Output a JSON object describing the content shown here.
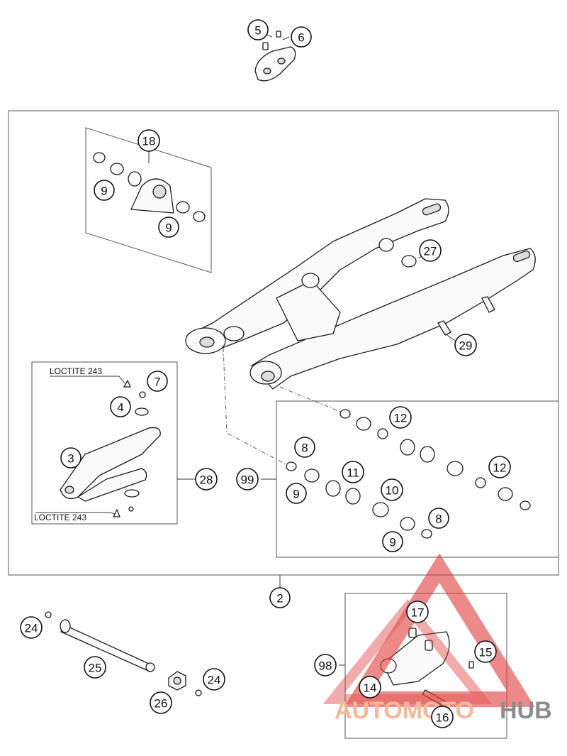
{
  "callouts": [
    {
      "id": "c5",
      "label": "5"
    },
    {
      "id": "c6",
      "label": "6"
    },
    {
      "id": "c18",
      "label": "18"
    },
    {
      "id": "c9a",
      "label": "9"
    },
    {
      "id": "c9b",
      "label": "9"
    },
    {
      "id": "c27",
      "label": "27"
    },
    {
      "id": "c29",
      "label": "29"
    },
    {
      "id": "c7",
      "label": "7"
    },
    {
      "id": "c4",
      "label": "4"
    },
    {
      "id": "c3",
      "label": "3"
    },
    {
      "id": "c28",
      "label": "28"
    },
    {
      "id": "c99",
      "label": "99"
    },
    {
      "id": "c8a",
      "label": "8"
    },
    {
      "id": "c9c",
      "label": "9"
    },
    {
      "id": "c11",
      "label": "11"
    },
    {
      "id": "c10",
      "label": "10"
    },
    {
      "id": "c12a",
      "label": "12"
    },
    {
      "id": "c12b",
      "label": "12"
    },
    {
      "id": "c8b",
      "label": "8"
    },
    {
      "id": "c9d",
      "label": "9"
    },
    {
      "id": "c2",
      "label": "2"
    },
    {
      "id": "c24a",
      "label": "24"
    },
    {
      "id": "c25",
      "label": "25"
    },
    {
      "id": "c26",
      "label": "26"
    },
    {
      "id": "c24b",
      "label": "24"
    },
    {
      "id": "c98",
      "label": "98"
    },
    {
      "id": "c17",
      "label": "17"
    },
    {
      "id": "c15",
      "label": "15"
    },
    {
      "id": "c14",
      "label": "14"
    },
    {
      "id": "c16",
      "label": "16"
    }
  ],
  "notes": {
    "loctite_top": "LOCTITE 243",
    "loctite_bottom": "LOCTITE 243"
  },
  "watermark": {
    "part1": "AUTOMOTO",
    "part2": "HUB",
    "color_primary": "#f5b89a",
    "color_secondary": "#8c8c8c",
    "color_triangle": "#e03c3c"
  }
}
